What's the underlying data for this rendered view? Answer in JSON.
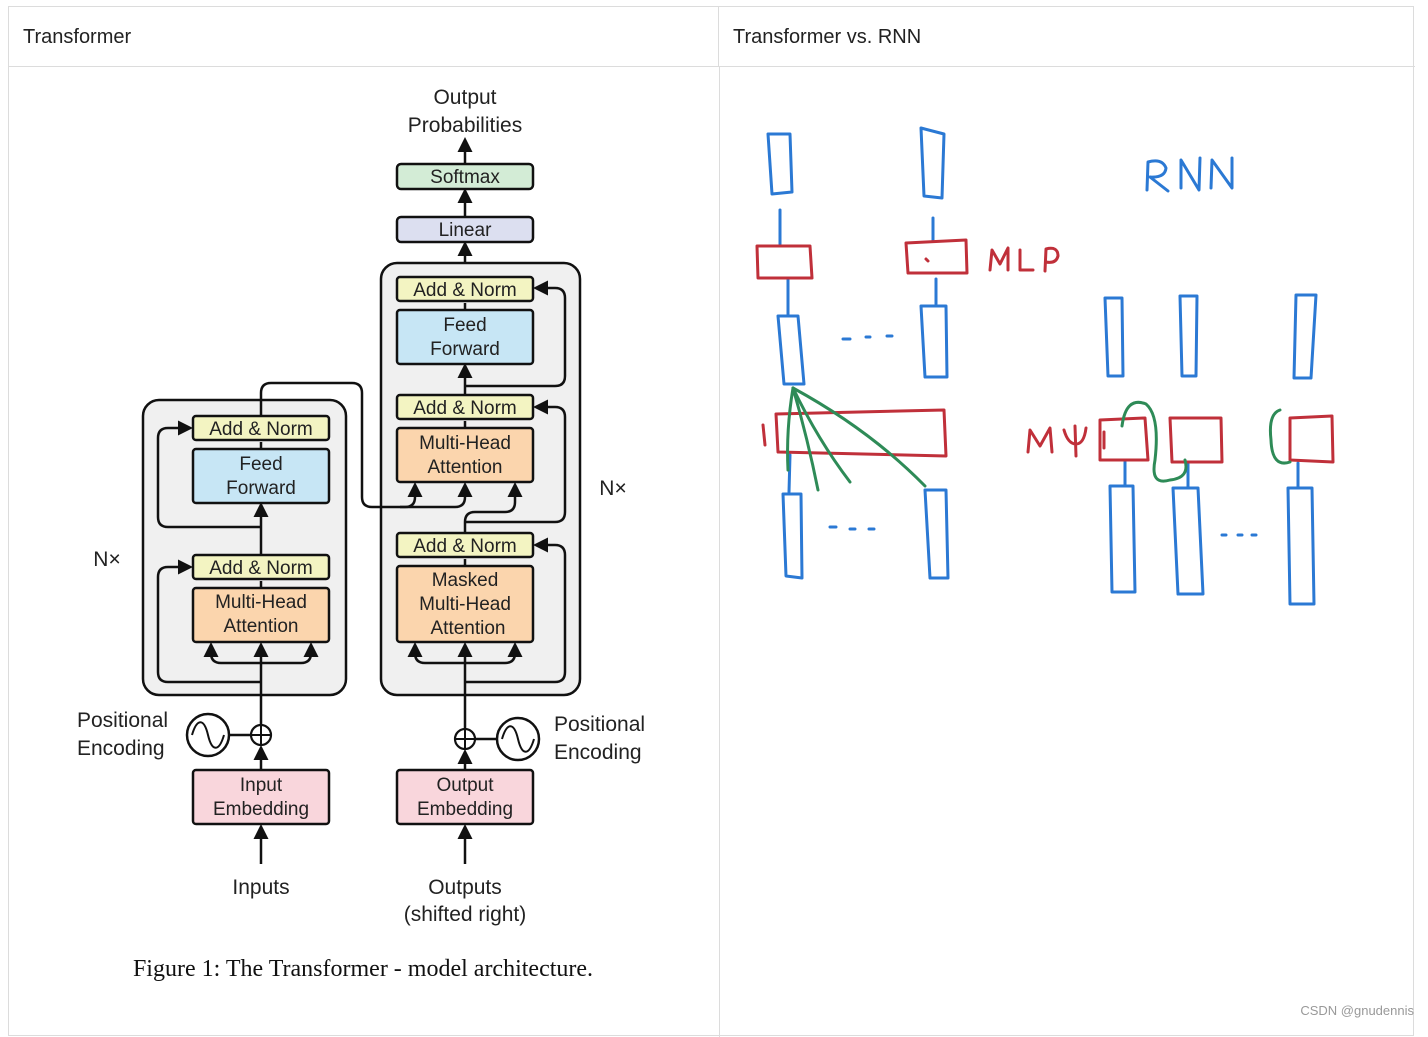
{
  "table": {
    "headers": [
      "Transformer",
      "Transformer vs. RNN"
    ]
  },
  "transformer": {
    "output_probs": [
      "Output",
      "Probabilities"
    ],
    "softmax": "Softmax",
    "linear": "Linear",
    "add_norm": "Add & Norm",
    "feed_forward": [
      "Feed",
      "Forward"
    ],
    "mha": [
      "Multi-Head",
      "Attention"
    ],
    "masked_mha": [
      "Masked",
      "Multi-Head",
      "Attention"
    ],
    "nx": "N×",
    "positional_encoding": [
      "Positional",
      "Encoding"
    ],
    "input_embedding": [
      "Input",
      "Embedding"
    ],
    "output_embedding": [
      "Output",
      "Embedding"
    ],
    "inputs": "Inputs",
    "outputs": [
      "Outputs",
      "(shifted right)"
    ],
    "caption": "Figure 1: The Transformer - model architecture."
  },
  "sketch": {
    "rnn_label": "RNN",
    "mlp_label": "MLP",
    "mlp_label2": "MΨ",
    "dots": ". . ."
  },
  "colors": {
    "add_norm": "#f3f4c2",
    "feed_forward": "#c7e6f5",
    "attention": "#fbd5ad",
    "embedding": "#f9d6dc",
    "softmax": "#d3ecd6",
    "linear": "#dcdff0",
    "block_bg": "#f0f0f0",
    "pen_blue": "#2b79d4",
    "pen_red": "#c0303a",
    "pen_green": "#2e8b57"
  },
  "watermark": "CSDN @gnudennis"
}
